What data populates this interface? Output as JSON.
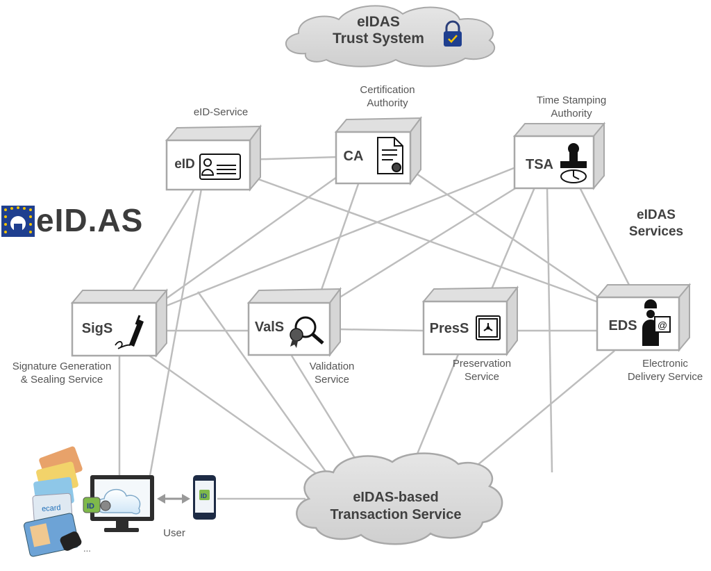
{
  "trust_system": {
    "line1": "eIDAS",
    "line2": "Trust System"
  },
  "logo": {
    "text": "eID.AS"
  },
  "services_label": {
    "line1": "eIDAS",
    "line2": "Services"
  },
  "nodes": {
    "eid": {
      "code": "eID",
      "caption": "eID-Service"
    },
    "ca": {
      "code": "CA",
      "caption1": "Certification",
      "caption2": "Authority"
    },
    "tsa": {
      "code": "TSA",
      "caption1": "Time Stamping",
      "caption2": "Authority"
    },
    "sigs": {
      "code": "SigS",
      "caption1": "Signature Generation",
      "caption2": "& Sealing Service"
    },
    "vals": {
      "code": "ValS",
      "caption1": "Validation",
      "caption2": "Service"
    },
    "press": {
      "code": "PresS",
      "caption1": "Preservation",
      "caption2": "Service"
    },
    "eds": {
      "code": "EDS",
      "caption1": "Electronic",
      "caption2": "Delivery Service"
    }
  },
  "transaction": {
    "line1": "eIDAS-based",
    "line2": "Transaction Service"
  },
  "user": {
    "label": "User",
    "more": "..."
  },
  "colors": {
    "line": "#bdbdbd",
    "box_border": "#a8a8a8",
    "cloud_fill": "#d9d9d9",
    "eu_blue": "#1f3f8f",
    "eu_star": "#f5c400"
  }
}
